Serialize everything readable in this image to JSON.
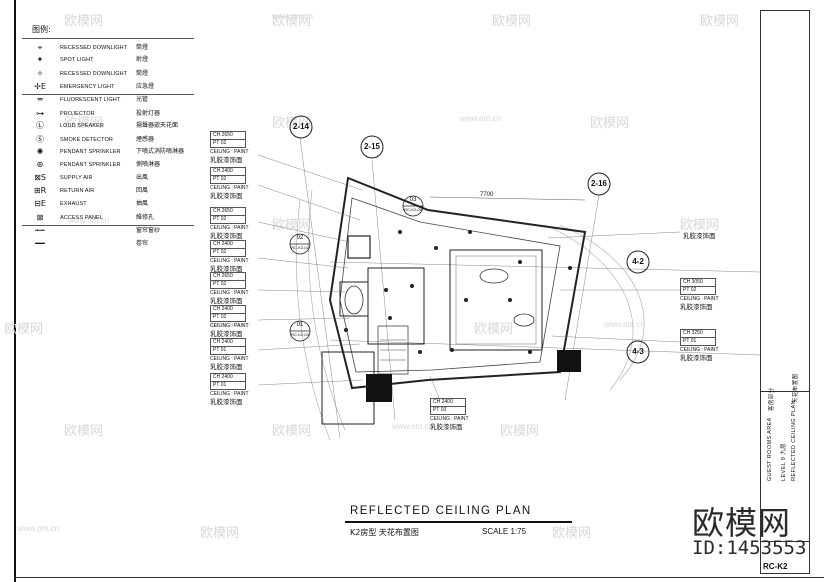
{
  "legend": {
    "title": "图例:",
    "items": [
      {
        "symbol": "⌖",
        "en": "RECESSED DOWNLIGHT",
        "cn": "筒燈"
      },
      {
        "symbol": "✦",
        "en": "SPOT LIGHT",
        "cn": "射燈"
      },
      {
        "symbol": "✧",
        "en": "RECESSED DOWNLIGHT",
        "cn": "筒燈"
      },
      {
        "symbol": "✢E",
        "en": "EMERGENCY LIGHT",
        "cn": "应急燈"
      },
      {
        "symbol": "═",
        "en": "FLUORESCENT LIGHT",
        "cn": "光管"
      },
      {
        "symbol": "⊶",
        "en": "PROJECTOR",
        "cn": "投射灯器"
      },
      {
        "symbol": "Ⓛ",
        "en": "LOUD SPEAKER",
        "cn": "揚聲器嵌天花面"
      },
      {
        "symbol": "Ⓢ",
        "en": "SMOKE DETECTOR",
        "cn": "煙感器"
      },
      {
        "symbol": "✺",
        "en": "PENDANT SPRINKLER",
        "cn": "下噴式消防噴淋器"
      },
      {
        "symbol": "⊛",
        "en": "PENDANT SPRINKLER",
        "cn": "側噴淋器"
      },
      {
        "symbol": "⊠S",
        "en": "SUPPLY AIR",
        "cn": "出風"
      },
      {
        "symbol": "⊞R",
        "en": "RETURN AIR",
        "cn": "回風"
      },
      {
        "symbol": "⊟E",
        "en": "EXHAUST",
        "cn": "抽風"
      },
      {
        "symbol": "⊠",
        "en": "ACCESS PANEL",
        "cn": "維修孔"
      },
      {
        "symbol": "┅┅",
        "en": "",
        "cn": "窗帘窗纱"
      },
      {
        "symbol": "━━",
        "en": "",
        "cn": "卷帘"
      }
    ]
  },
  "grid_markers": [
    "2-14",
    "2-15",
    "2-16",
    "4-2",
    "4-3"
  ],
  "dimension": "7700",
  "tags_left": [
    {
      "ch": "CH 2650",
      "pt": "PT 02",
      "finish": "CEILING : PAINT",
      "cn": "乳胶漆饰面"
    },
    {
      "ch": "CH 2400",
      "pt": "PT 02",
      "finish": "CEILING : PAINT",
      "cn": "乳胶漆饰面"
    },
    {
      "ch": "CH 2650",
      "pt": "PT 02",
      "finish": "CEILING : PAINT",
      "cn": "乳胶漆饰面"
    },
    {
      "ch": "CH 2400",
      "pt": "PT 02",
      "finish": "CEILING : PAINT",
      "cn": "乳胶漆饰面"
    },
    {
      "ch": "CH 2650",
      "pt": "PT 02",
      "finish": "CEILING : PAINT",
      "cn": "乳胶漆饰面"
    },
    {
      "ch": "CH 2400",
      "pt": "PT 02",
      "finish": "CEILING : PAINT",
      "cn": "乳胶漆饰面"
    },
    {
      "ch": "CH 2400",
      "pt": "PT 01",
      "finish": "CEILING : PAINT",
      "cn": "乳胶漆饰面"
    },
    {
      "ch": "CH 2400",
      "pt": "PT 01",
      "finish": "CEILING : PAINT",
      "cn": "乳胶漆饰面"
    }
  ],
  "tags_right": [
    {
      "cn": "乳胶漆饰面"
    },
    {
      "ch": "CH 3050",
      "pt": "PT 02",
      "finish": "CEILING : PAINT",
      "cn": "乳胶漆饰面"
    },
    {
      "ch": "CH 3250",
      "pt": "PT 01",
      "finish": "CEILING : PAINT",
      "cn": "乳胶漆饰面"
    }
  ],
  "tag_bottom": {
    "ch": "CH 2400",
    "pt": "PT 03",
    "finish": "CEILING : PAINT",
    "cn": "乳胶漆饰面"
  },
  "section_refs": [
    {
      "num": "01",
      "ref": "RC-K2-03"
    },
    {
      "num": "02",
      "ref": "RC-K2-02"
    },
    {
      "num": "03",
      "ref": "RC-K2-06"
    }
  ],
  "plan_title": "REFLECTED  CEILING  PLAN",
  "plan_subtitle": "K2房型  天花布置图",
  "scale": "SCALE    1:75",
  "title_block": {
    "area_en": "GUEST ROOMS AREA",
    "area_cn": "客房部分",
    "level": "LEVEL 9   九层",
    "drawing_en": "REFLECTED  CEILING  PLAN",
    "drawing_cn": "天花布置图",
    "sheet_code": "RC-K2"
  },
  "watermark": {
    "brand": "欧模网",
    "url": "www.om.cn"
  },
  "brand_stamp": {
    "name": "欧模网",
    "id": "ID:1453553"
  }
}
